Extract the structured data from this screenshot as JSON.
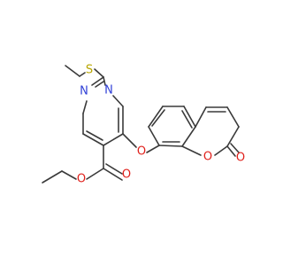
{
  "colors": {
    "bond": "#3a3a3a",
    "carbon": "#3a3a3a",
    "nitrogen": "#2f3fd6",
    "oxygen": "#e0201b",
    "sulfur": "#b8a600"
  },
  "molecule": {
    "atoms": [
      {
        "id": "S",
        "element": "sulfur",
        "label": "S"
      },
      {
        "id": "N1",
        "element": "nitrogen",
        "label": "N"
      },
      {
        "id": "N2",
        "element": "nitrogen",
        "label": "N"
      },
      {
        "id": "O1",
        "element": "oxygen",
        "label": "O"
      },
      {
        "id": "O2",
        "element": "oxygen",
        "label": "O"
      },
      {
        "id": "O3",
        "element": "oxygen",
        "label": "O"
      },
      {
        "id": "O4",
        "element": "oxygen",
        "label": "O"
      },
      {
        "id": "O5",
        "element": "oxygen",
        "label": "O"
      }
    ]
  }
}
